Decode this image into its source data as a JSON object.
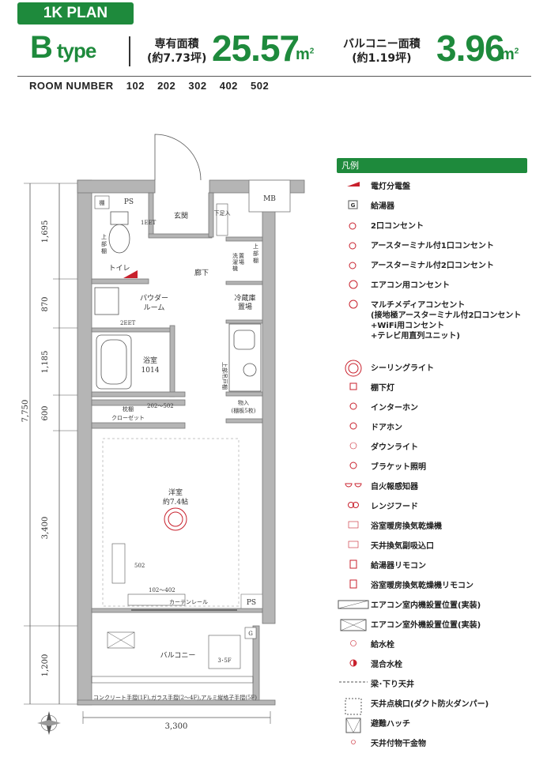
{
  "header": {
    "plan_tab": "1K PLAN",
    "type_letter": "B",
    "type_word": "type",
    "area_label": "専有面積",
    "area_sub": "(約7.73坪)",
    "area_value": "25.57",
    "area_unit": "m",
    "balcony_label": "バルコニー面積",
    "balcony_sub": "(約1.19坪)",
    "balcony_value": "3.96",
    "balcony_unit": "m",
    "unit_sup": "2"
  },
  "room_numbers": {
    "label": "ROOM NUMBER",
    "numbers": [
      "102",
      "202",
      "302",
      "402",
      "502"
    ]
  },
  "floor_plan": {
    "rooms": {
      "genkan": "玄関",
      "toilet": "トイレ",
      "ps_top": "PS",
      "ps_bottom": "PS",
      "mb": "MB",
      "hallway": "廊下",
      "powder_room_1": "パウダー",
      "powder_room_2": "ルーム",
      "bath_1": "浴室",
      "bath_2": "1014",
      "washer_1": "洗",
      "washer_2": "濯",
      "washer_3": "機",
      "washer_4": "置",
      "washer_5": "場",
      "fridge_1": "冷蔵庫",
      "fridge_2": "置場",
      "upper_shelf_1": "上",
      "upper_shelf_2": "部",
      "upper_shelf_3": "棚",
      "upper_cabinet": "上部吊戸棚",
      "storage_1": "物入",
      "storage_2": "(棚板5枚)",
      "closet_shelf": "枕棚",
      "closet": "クローゼット",
      "closet_note": "202～502",
      "western_1": "洋室",
      "western_2": "約7.4帖",
      "balcony": "バルコニー",
      "shoe": "下足入",
      "shelf": "棚",
      "curtain": "カーテンレール",
      "note_102_402": "102～402",
      "note_502": "502",
      "note_3f5f": "3･5F",
      "g": "G",
      "handrail_note": "コンクリート手摺(1F),ガラス手摺(2～4F),アルミ縦格子手摺(5F)",
      "eet1": "1EET",
      "eet2": "2EET"
    },
    "dimensions": {
      "total": "7,750",
      "d1": "1,695",
      "d2": "870",
      "d3": "1,185",
      "d4": "600",
      "d5": "3,400",
      "d6": "1,200",
      "width": "3,300"
    }
  },
  "legend": {
    "title": "凡例",
    "items": [
      {
        "icon": "electric-panel-icon",
        "label": "電灯分電盤"
      },
      {
        "icon": "water-heater-icon",
        "label": "給湯器"
      },
      {
        "icon": "double-outlet-icon",
        "label": "2口コンセント"
      },
      {
        "icon": "earth-outlet-1-icon",
        "label": "アースターミナル付1口コンセント"
      },
      {
        "icon": "earth-outlet-2-icon",
        "label": "アースターミナル付2口コンセント"
      },
      {
        "icon": "ac-outlet-icon",
        "label": "エアコン用コンセント"
      },
      {
        "icon": "multimedia-outlet-icon",
        "label": "マルチメディアコンセント",
        "sub1": "(接地極アースターミナル付2口コンセント",
        "sub2": "+WiFi用コンセント",
        "sub3": "+テレビ用直列ユニット)"
      },
      {
        "icon": "ceiling-light-icon",
        "label": "シーリングライト"
      },
      {
        "icon": "under-shelf-light-icon",
        "label": "棚下灯"
      },
      {
        "icon": "intercom-icon",
        "label": "インターホン"
      },
      {
        "icon": "door-phone-icon",
        "label": "ドアホン"
      },
      {
        "icon": "downlight-icon",
        "label": "ダウンライト"
      },
      {
        "icon": "bracket-light-icon",
        "label": "ブラケット照明"
      },
      {
        "icon": "fire-alarm-icon",
        "label": "自火報感知器"
      },
      {
        "icon": "range-hood-icon",
        "label": "レンジフード"
      },
      {
        "icon": "bath-dryer-icon",
        "label": "浴室暖房換気乾燥機"
      },
      {
        "icon": "ceiling-vent-icon",
        "label": "天井換気副吸込口"
      },
      {
        "icon": "heater-remote-icon",
        "label": "給湯器リモコン"
      },
      {
        "icon": "bath-dryer-remote-icon",
        "label": "浴室暖房換気乾燥機リモコン"
      },
      {
        "icon": "ac-indoor-icon",
        "label": "エアコン室内機設置位置(実装)"
      },
      {
        "icon": "ac-outdoor-icon",
        "label": "エアコン室外機設置位置(実装)"
      },
      {
        "icon": "water-faucet-icon",
        "label": "給水栓"
      },
      {
        "icon": "mixing-faucet-icon",
        "label": "混合水栓"
      },
      {
        "icon": "beam-icon",
        "label": "梁･下り天井"
      },
      {
        "icon": "inspection-port-icon",
        "label": "天井点検口(ダクト防火ダンパー)"
      },
      {
        "icon": "escape-hatch-icon",
        "label": "避難ハッチ"
      },
      {
        "icon": "ceiling-hardware-icon",
        "label": "天井付物干金物"
      }
    ]
  },
  "colors": {
    "accent": "#1e8a3c",
    "equipment": "#c8202c",
    "wall": "#b5b5b5"
  }
}
